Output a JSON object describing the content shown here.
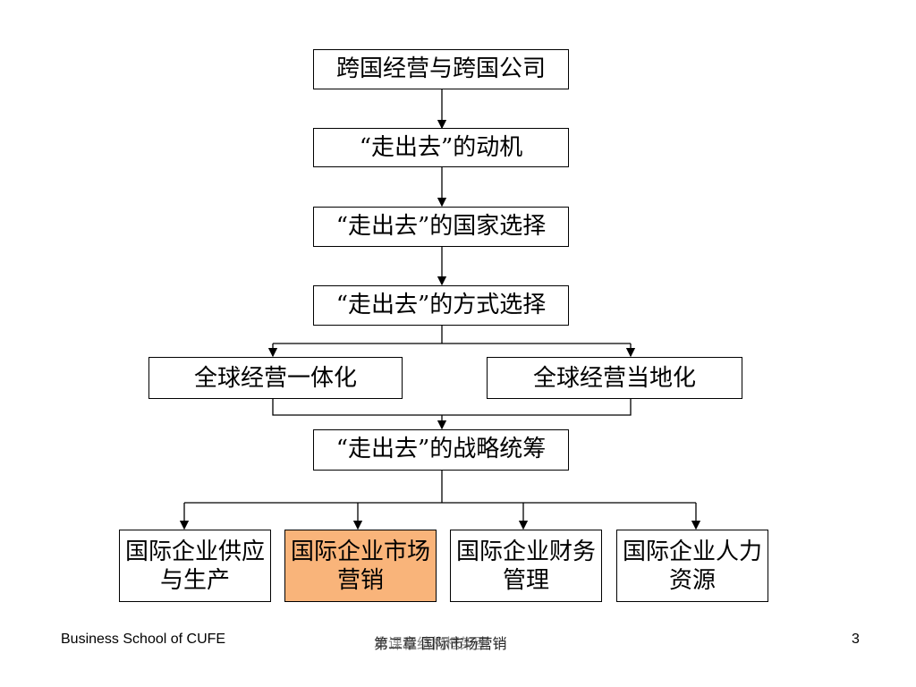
{
  "flow": {
    "top": "跨国经营与跨国公司",
    "motive": "“走出去”的动机",
    "country": "“走出去”的国家选择",
    "mode": "“走出去”的方式选择",
    "global": "全球经营一体化",
    "local": "全球经营当地化",
    "strategy": "“走出去”的战略统筹",
    "supply": "国际企业供应与生产",
    "marketing": "国际企业市场营销",
    "finance": "国际企业财务管理",
    "hr": "国际企业人力资源"
  },
  "colors": {
    "highlight": "#f9b47a"
  },
  "footer": {
    "left": "Business School of CUFE",
    "center": "第二章 国际市场营销",
    "center_overlap": "本课程结构框架图",
    "page": "3"
  }
}
